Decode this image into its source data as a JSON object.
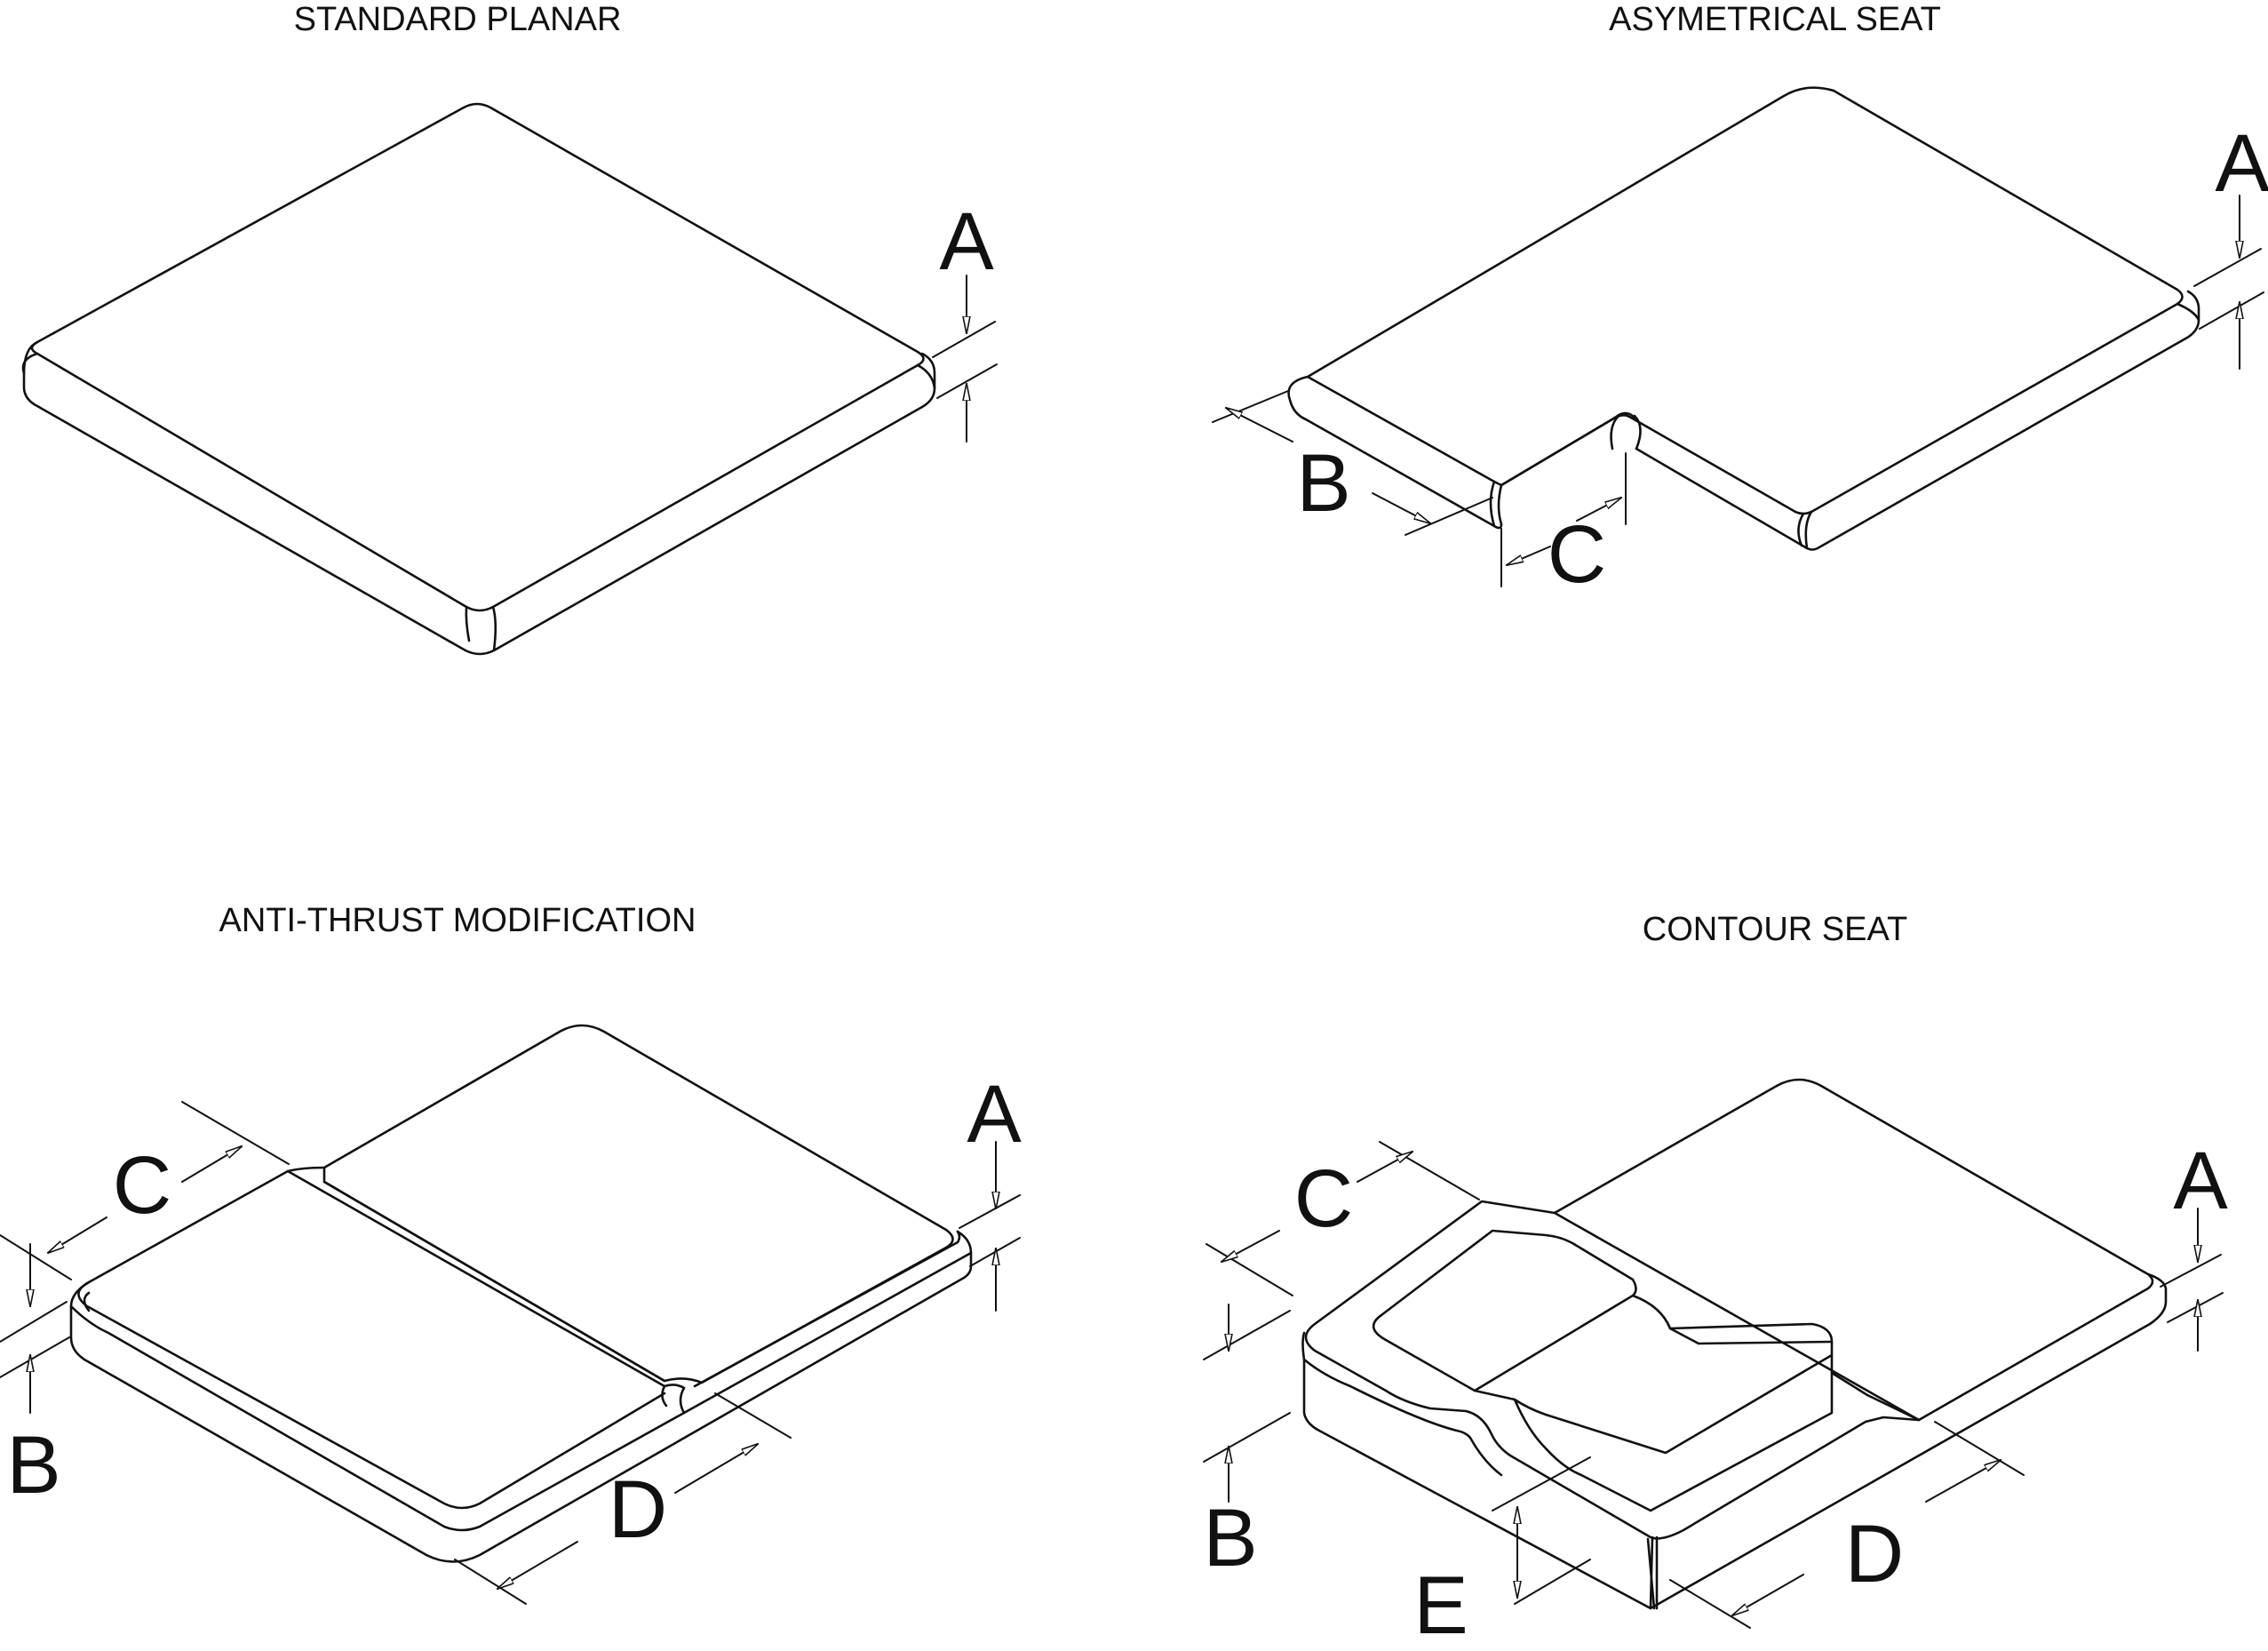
{
  "panels": {
    "standard_planar": {
      "title": "STANDARD PLANAR",
      "dims": {
        "a": "A"
      }
    },
    "asymetrical_seat": {
      "title": "ASYMETRICAL SEAT",
      "dims": {
        "a": "A",
        "b": "B",
        "c": "C"
      }
    },
    "anti_thrust": {
      "title": "ANTI-THRUST MODIFICATION",
      "dims": {
        "a": "A",
        "b": "B",
        "c": "C",
        "d": "D"
      }
    },
    "contour_seat": {
      "title": "CONTOUR SEAT",
      "dims": {
        "a": "A",
        "b": "B",
        "c": "C",
        "d": "D",
        "e": "E"
      }
    }
  }
}
